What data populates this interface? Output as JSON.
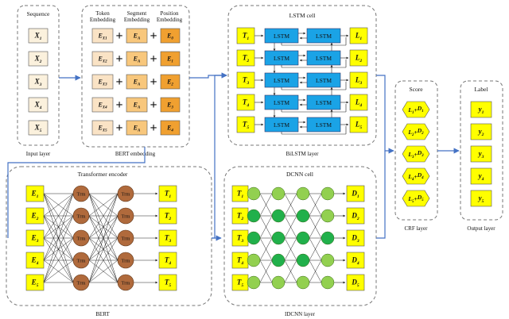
{
  "colors": {
    "yellow": "#ffff00",
    "lstm_blue": "#1aa3e6",
    "green_light": "#92d050",
    "green_dark": "#21b04b",
    "trm_brown": "#b06a3c",
    "token_light": "#fae3c5",
    "segment_mid": "#f8c77c",
    "position_dark": "#f0a030",
    "input_fill": "#fbf1dd",
    "panel_border": "#777777",
    "arrow_blue": "#4472c4"
  },
  "input_layer": {
    "header": "Sequence",
    "caption": "Input layer",
    "tokens": [
      {
        "base": "X",
        "sub": "1"
      },
      {
        "base": "X",
        "sub": "2"
      },
      {
        "base": "X",
        "sub": "3"
      },
      {
        "base": "X",
        "sub": "4"
      },
      {
        "base": "X",
        "sub": "5"
      }
    ]
  },
  "bert_embedding": {
    "caption": "BERT embedding",
    "headers": {
      "token": "Token\nEmbedding",
      "segment": "Segment\nEmbedding",
      "position": "Position\nEmbedding"
    },
    "rows": [
      {
        "token": {
          "base": "E",
          "sub": "X1"
        },
        "segment": {
          "base": "E",
          "sub": "A"
        },
        "position": {
          "base": "E",
          "sub": "0"
        }
      },
      {
        "token": {
          "base": "E",
          "sub": "X2"
        },
        "segment": {
          "base": "E",
          "sub": "A"
        },
        "position": {
          "base": "E",
          "sub": "1"
        }
      },
      {
        "token": {
          "base": "E",
          "sub": "X3"
        },
        "segment": {
          "base": "E",
          "sub": "A"
        },
        "position": {
          "base": "E",
          "sub": "2"
        }
      },
      {
        "token": {
          "base": "E",
          "sub": "X4"
        },
        "segment": {
          "base": "E",
          "sub": "A"
        },
        "position": {
          "base": "E",
          "sub": "3"
        }
      },
      {
        "token": {
          "base": "E",
          "sub": "X5"
        },
        "segment": {
          "base": "E",
          "sub": "A"
        },
        "position": {
          "base": "E",
          "sub": "4"
        }
      }
    ],
    "plus": "+"
  },
  "bilstm": {
    "header": "LSTM cell",
    "caption": "BiLSTM layer",
    "cell_label": "LSTM",
    "inputs": [
      {
        "base": "T",
        "sub": "1"
      },
      {
        "base": "T",
        "sub": "2"
      },
      {
        "base": "T",
        "sub": "3"
      },
      {
        "base": "T",
        "sub": "4"
      },
      {
        "base": "T",
        "sub": "5"
      }
    ],
    "outputs": [
      {
        "base": "L",
        "sub": "1"
      },
      {
        "base": "L",
        "sub": "2"
      },
      {
        "base": "L",
        "sub": "3"
      },
      {
        "base": "L",
        "sub": "4"
      },
      {
        "base": "L",
        "sub": "5"
      }
    ]
  },
  "bert": {
    "header": "Transformer encoder",
    "caption": "BERT",
    "node_label": "Trm",
    "inputs": [
      {
        "base": "E",
        "sub": "1"
      },
      {
        "base": "E",
        "sub": "2"
      },
      {
        "base": "E",
        "sub": "3"
      },
      {
        "base": "E",
        "sub": "4"
      },
      {
        "base": "E",
        "sub": "5"
      }
    ],
    "outputs": [
      {
        "base": "T",
        "sub": "1"
      },
      {
        "base": "T",
        "sub": "2"
      },
      {
        "base": "T",
        "sub": "3"
      },
      {
        "base": "T",
        "sub": "4"
      },
      {
        "base": "T",
        "sub": "5"
      }
    ]
  },
  "idcnn": {
    "header": "DCNN cell",
    "caption": "IDCNN layer",
    "inputs": [
      {
        "base": "T",
        "sub": "1"
      },
      {
        "base": "T",
        "sub": "2"
      },
      {
        "base": "T",
        "sub": "3"
      },
      {
        "base": "T",
        "sub": "4"
      },
      {
        "base": "T",
        "sub": "5"
      }
    ],
    "outputs": [
      {
        "base": "D",
        "sub": "1"
      },
      {
        "base": "D",
        "sub": "2"
      },
      {
        "base": "D",
        "sub": "3"
      },
      {
        "base": "D",
        "sub": "4"
      },
      {
        "base": "D",
        "sub": "5"
      }
    ],
    "node_pattern": [
      [
        "light",
        "light",
        "light",
        "light"
      ],
      [
        "dark",
        "dark",
        "dark",
        "light"
      ],
      [
        "dark",
        "dark",
        "dark",
        "dark"
      ],
      [
        "light",
        "dark",
        "dark",
        "light"
      ],
      [
        "light",
        "light",
        "light",
        "light"
      ]
    ]
  },
  "crf": {
    "header": "Score",
    "caption": "CRF layer",
    "scores": [
      {
        "a": "L",
        "as": "1",
        "b": "D",
        "bs": "1"
      },
      {
        "a": "L",
        "as": "2",
        "b": "D",
        "bs": "2"
      },
      {
        "a": "L",
        "as": "3",
        "b": "D",
        "bs": "3"
      },
      {
        "a": "L",
        "as": "4",
        "b": "D",
        "bs": "4"
      },
      {
        "a": "L",
        "as": "5",
        "b": "D",
        "bs": "5"
      }
    ]
  },
  "output_layer": {
    "header": "Label",
    "caption": "Output layer",
    "labels": [
      {
        "base": "y",
        "sub": "1"
      },
      {
        "base": "y",
        "sub": "2"
      },
      {
        "base": "y",
        "sub": "3"
      },
      {
        "base": "y",
        "sub": "4"
      },
      {
        "base": "y",
        "sub": "5"
      }
    ]
  }
}
